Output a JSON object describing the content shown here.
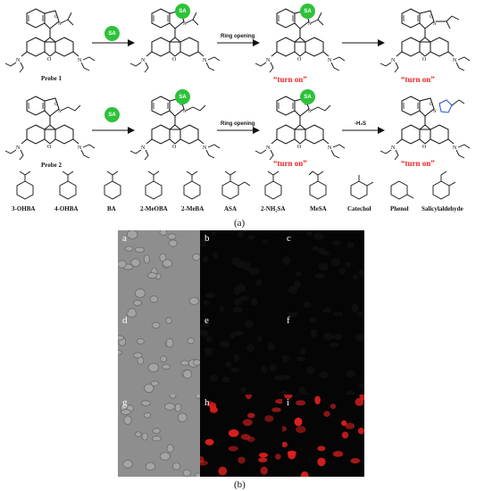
{
  "scheme": {
    "row1": {
      "probe_label": "Probe 1",
      "sa_badge": "SA",
      "step2_label": "Ring opening",
      "turn_on": "“turn on”"
    },
    "row2": {
      "probe_label": "Probe 2",
      "sa_badge": "SA",
      "step2_label": "Ring opening",
      "step3_label": "-H₂S",
      "turn_on": "“turn on”"
    },
    "analytes": [
      "3-OHBA",
      "4-OHBA",
      "BA",
      "2-MeOBA",
      "2-MeBA",
      "ASA",
      "2-NH₂SA",
      "MeSA",
      "Catechol",
      "Phenol",
      "Salicylaldehyde"
    ],
    "caption_a": "(a)"
  },
  "micrographs": {
    "panels": [
      {
        "label": "a",
        "type": "bright"
      },
      {
        "label": "b",
        "type": "dark"
      },
      {
        "label": "c",
        "type": "dark"
      },
      {
        "label": "d",
        "type": "bright"
      },
      {
        "label": "e",
        "type": "dark"
      },
      {
        "label": "f",
        "type": "dark"
      },
      {
        "label": "g",
        "type": "bright"
      },
      {
        "label": "h",
        "type": "red"
      },
      {
        "label": "i",
        "type": "red"
      }
    ],
    "caption_b": "(b)"
  },
  "colors": {
    "sa_badge": "#2dc23a",
    "turn_on": "#e8252a",
    "fluorescence": "#e0201f",
    "triazole_accent": "#2b4fd8"
  }
}
